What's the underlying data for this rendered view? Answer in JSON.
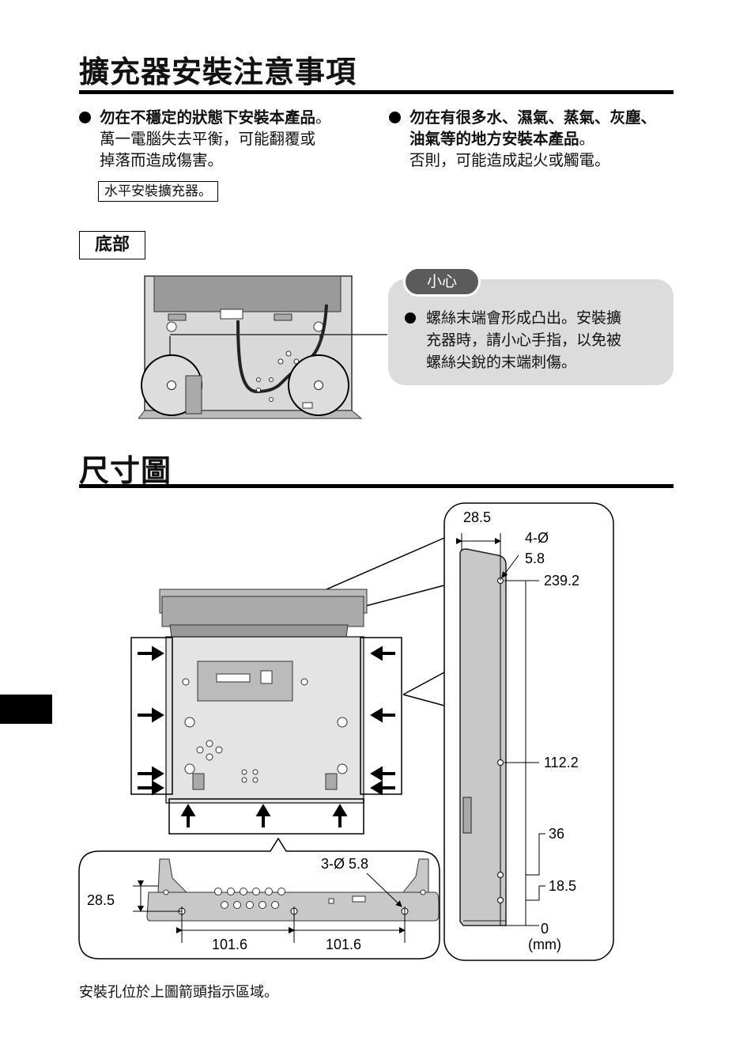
{
  "section1": {
    "title": "擴充器安裝注意事項",
    "bullet1_bold": "勿在不穩定的狀態下安裝本產品",
    "bullet1_end": "。",
    "bullet1_body_line1": "萬一電腦失去平衡，可能翻覆或",
    "bullet1_body_line2": "掉落而造成傷害。",
    "boxed_note": "水平安裝擴充器。",
    "bullet2_bold_line1": "勿在有很多水、濕氣、蒸氣、灰塵、",
    "bullet2_bold_line2": "油氣等的地方安裝本產品",
    "bullet2_end": "。",
    "bullet2_body": "否則，可能造成起火或觸電。",
    "bottom_label": "底部"
  },
  "caution": {
    "tab": "小心",
    "line1": "螺絲末端會形成凸出。安裝擴",
    "line2": "充器時，請小心手指，以免被",
    "line3": "螺絲尖銳的末端刺傷。"
  },
  "section2": {
    "title": "尺寸圖",
    "dims": {
      "side_top": "28.5",
      "holes_side": "4-Ø",
      "holes_side_size": "5.8",
      "d1": "239.2",
      "d2": "112.2",
      "d3": "36",
      "d4": "18.5",
      "d5": "0",
      "unit": "(mm)",
      "bottom_holes": "3-Ø 5.8",
      "bottom_height": "28.5",
      "bottom_w1": "101.6",
      "bottom_w2": "101.6"
    },
    "footer": "安裝孔位於上圖箭頭指示區域。"
  }
}
